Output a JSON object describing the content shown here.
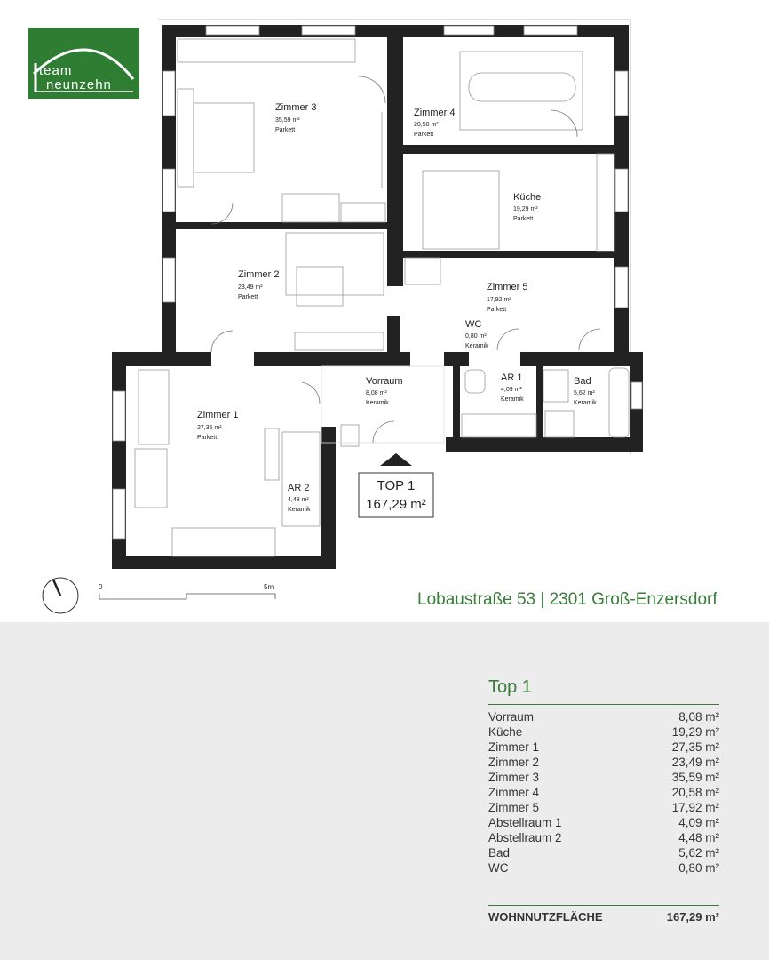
{
  "logo": {
    "line1": "team",
    "line2": "neunzehn"
  },
  "unit_label": {
    "name": "TOP 1",
    "area": "167,29 m²"
  },
  "rooms": [
    {
      "name": "Zimmer 3",
      "area": "35,59 m²",
      "floor": "Parkett"
    },
    {
      "name": "Zimmer 4",
      "area": "20,58 m²",
      "floor": "Parkett"
    },
    {
      "name": "Küche",
      "area": "19,29 m²",
      "floor": "Parkett"
    },
    {
      "name": "Zimmer 2",
      "area": "23,49 m²",
      "floor": "Parkett"
    },
    {
      "name": "Zimmer 5",
      "area": "17,92 m²",
      "floor": "Parkett"
    },
    {
      "name": "WC",
      "area": "0,80 m²",
      "floor": "Keramik"
    },
    {
      "name": "AR 1",
      "area": "4,09 m²",
      "floor": "Keramik"
    },
    {
      "name": "Bad",
      "area": "5,62 m²",
      "floor": "Keramik"
    },
    {
      "name": "Vorraum",
      "area": "8,08 m²",
      "floor": "Keramik"
    },
    {
      "name": "Zimmer 1",
      "area": "27,35 m²",
      "floor": "Parkett"
    },
    {
      "name": "AR 2",
      "area": "4,48 m²",
      "floor": "Keramik"
    }
  ],
  "scale": {
    "start": "0",
    "end": "5m"
  },
  "address": "Lobaustraße 53 | 2301 Groß-Enzersdorf",
  "summary": {
    "title": "Top 1",
    "items": [
      {
        "label": "Vorraum",
        "value": "8,08 m²"
      },
      {
        "label": "Küche",
        "value": "19,29 m²"
      },
      {
        "label": "Zimmer 1",
        "value": "27,35 m²"
      },
      {
        "label": "Zimmer 2",
        "value": "23,49 m²"
      },
      {
        "label": "Zimmer 3",
        "value": "35,59 m²"
      },
      {
        "label": "Zimmer 4",
        "value": "20,58 m²"
      },
      {
        "label": "Zimmer 5",
        "value": "17,92 m²"
      },
      {
        "label": "Abstellraum 1",
        "value": "4,09 m²"
      },
      {
        "label": "Abstellraum 2",
        "value": "4,48 m²"
      },
      {
        "label": "Bad",
        "value": "5,62 m²"
      },
      {
        "label": "WC",
        "value": "0,80 m²"
      }
    ],
    "total_label": "WOHNNUTZFLÄCHE",
    "total_value": "167,29 m²"
  }
}
